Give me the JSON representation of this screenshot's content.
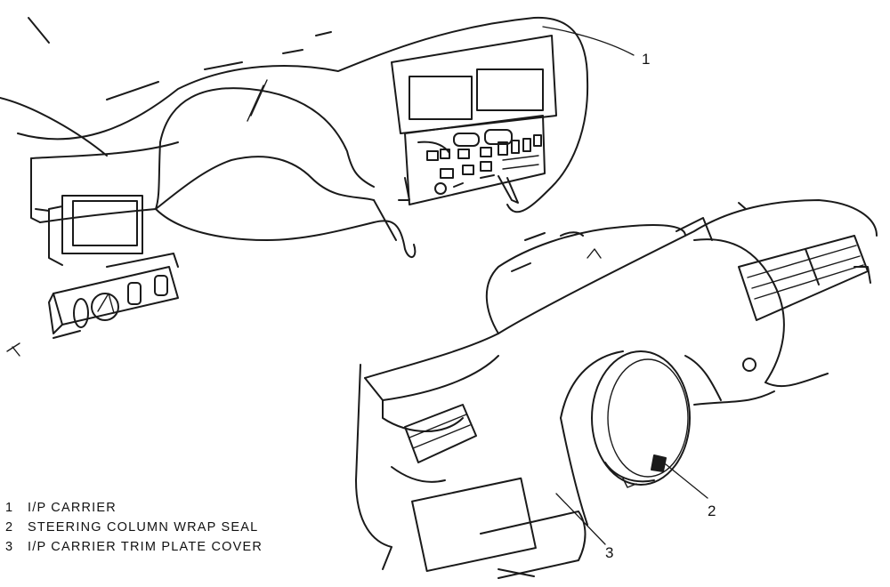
{
  "callouts": [
    "1",
    "2",
    "3"
  ],
  "legend": [
    {
      "number": "1",
      "label": "I/P CARRIER"
    },
    {
      "number": "2",
      "label": "STEERING COLUMN WRAP SEAL"
    },
    {
      "number": "3",
      "label": "I/P CARRIER TRIM PLATE COVER"
    }
  ]
}
